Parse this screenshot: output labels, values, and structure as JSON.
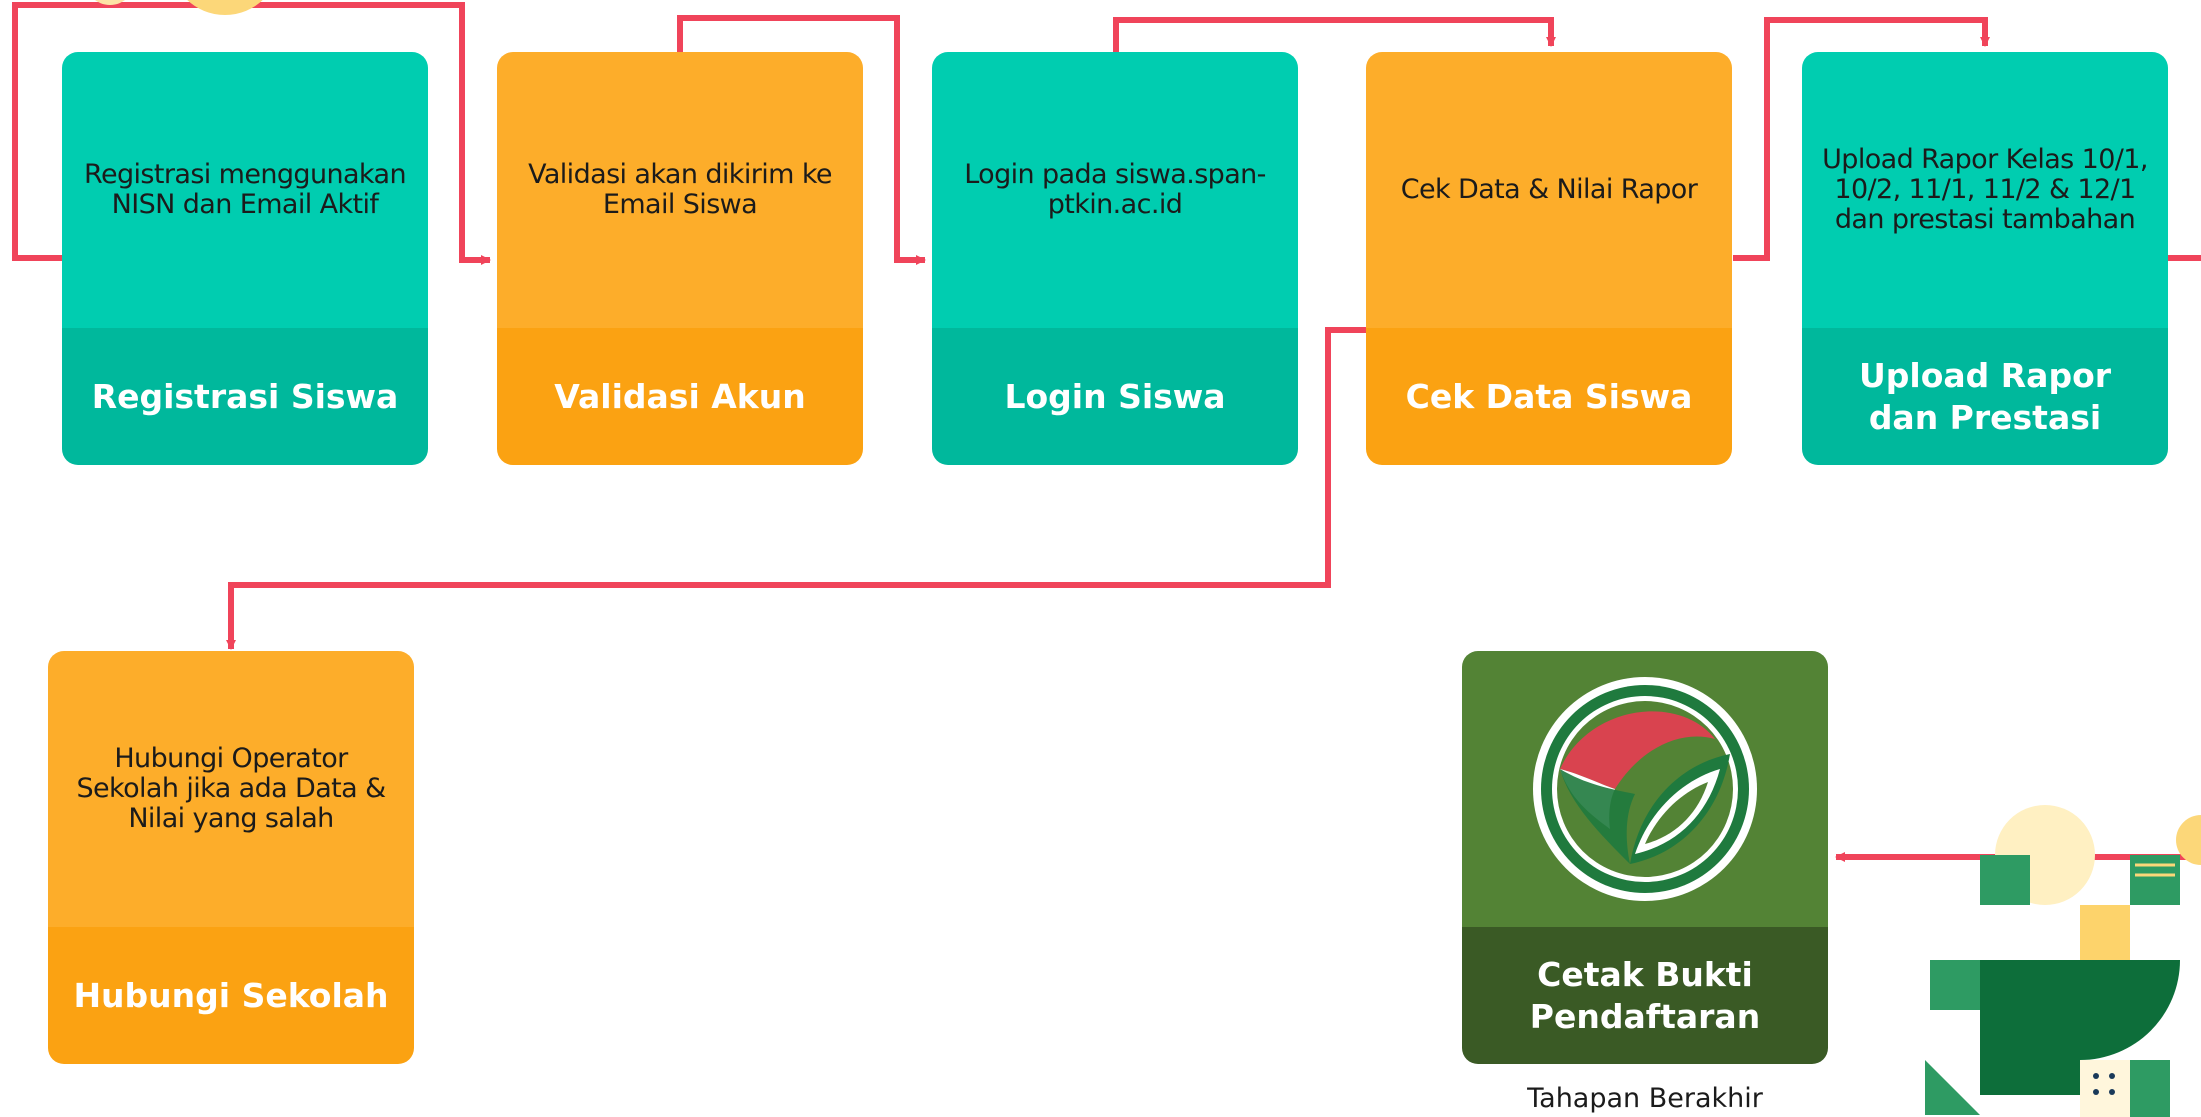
{
  "steps": [
    {
      "id": "registrasi",
      "description": "Registrasi menggunakan NISN dan Email Aktif",
      "title": "Registrasi Siswa"
    },
    {
      "id": "validasi",
      "description": "Validasi akan dikirim ke Email Siswa",
      "title": "Validasi Akun"
    },
    {
      "id": "login",
      "description": "Login pada siswa.span-ptkin.ac.id",
      "title": "Login Siswa"
    },
    {
      "id": "cek-data",
      "description": "Cek Data & Nilai Rapor",
      "title": "Cek Data Siswa"
    },
    {
      "id": "upload",
      "description": "Upload Rapor Kelas 10/1, 10/2, 11/1, 11/2 & 12/1 dan prestasi tambahan",
      "title": "Upload Rapor dan Prestasi"
    },
    {
      "id": "hubungi",
      "description": "Hubungi Operator Sekolah jika ada Data & Nilai yang salah",
      "title": "Hubungi Sekolah"
    },
    {
      "id": "cetak",
      "title": "Cetak Bukti Pendaftaran",
      "caption": "Tahapan Berakhir"
    }
  ],
  "colors": {
    "teal": "#00cdb0",
    "teal_dark": "#00b89c",
    "orange": "#fdad2a",
    "orange_dark": "#fba212",
    "green": "#538335",
    "green_dark": "#3a5a25",
    "arrow": "#f0445a"
  },
  "icons": [
    "span-ptkin-logo",
    "decorative-geometric-pattern"
  ]
}
